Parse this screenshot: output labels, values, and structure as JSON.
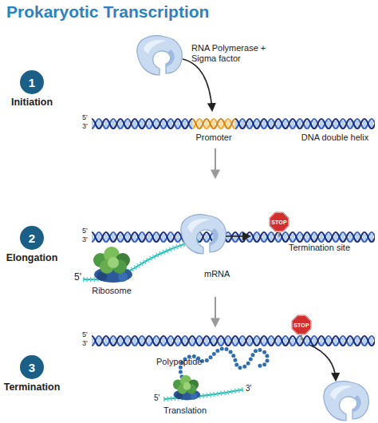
{
  "diagram": {
    "title": "Prokaryotic Transcription",
    "nodes": [
      {
        "text": [
          "1",
          "Initiation"
        ]
      },
      {
        "text": [
          "2",
          "Elongation"
        ]
      },
      {
        "text": [
          "STOP"
        ]
      },
      {
        "text": [
          "3",
          "Termination"
        ]
      },
      {
        "text": [
          "STOP"
        ]
      }
    ],
    "labels": [
      "RNA Polymerase + Sigma factor",
      "5'",
      "3'",
      "Promoter",
      "DNA double helix",
      "5'",
      "3'",
      "Termination site",
      "mRNA",
      "5'",
      "Ribosome",
      "5'",
      "3'",
      "Polypeptide",
      "5'",
      "3'",
      "Translation"
    ]
  }
}
